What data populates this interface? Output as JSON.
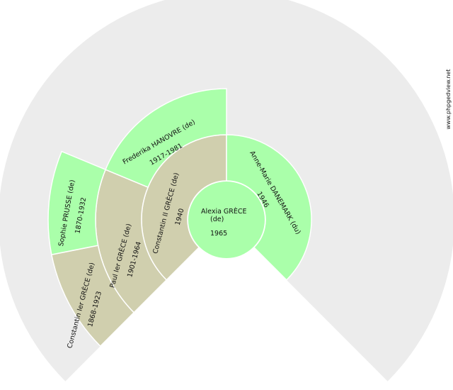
{
  "colors": {
    "background_ring": "#ececec",
    "male": "#d0cfae",
    "female": "#aaffaa",
    "separator": "#ffffff"
  },
  "site_label": "www.phpgedview.net",
  "root": {
    "name": "Alexia GRÈCE",
    "suffix": "(de)",
    "dates": "1965",
    "sex": "female"
  },
  "generation_1": {
    "father": {
      "name": "Constantin II GRÈCE (de)",
      "dates": "1940",
      "sex": "male"
    },
    "mother": {
      "name": "Anne-Marie DANEMARK (du)",
      "dates": "1946",
      "sex": "female"
    }
  },
  "generation_2": {
    "fathers_father": {
      "name": "Paul Ier GRÈCE (de)",
      "dates": "1901-1964",
      "sex": "male"
    },
    "fathers_mother": {
      "name": "Frederika HANOVRE (de)",
      "dates": "1917-1981",
      "sex": "female"
    }
  },
  "generation_3": {
    "fathers_fathers_father": {
      "name": "Constantin Ier GRÈCE (de)",
      "dates": "1868-1923",
      "sex": "male"
    },
    "fathers_fathers_mother": {
      "name": "Sophie PRUSSE (de)",
      "dates": "1870-1932",
      "sex": "female"
    }
  }
}
